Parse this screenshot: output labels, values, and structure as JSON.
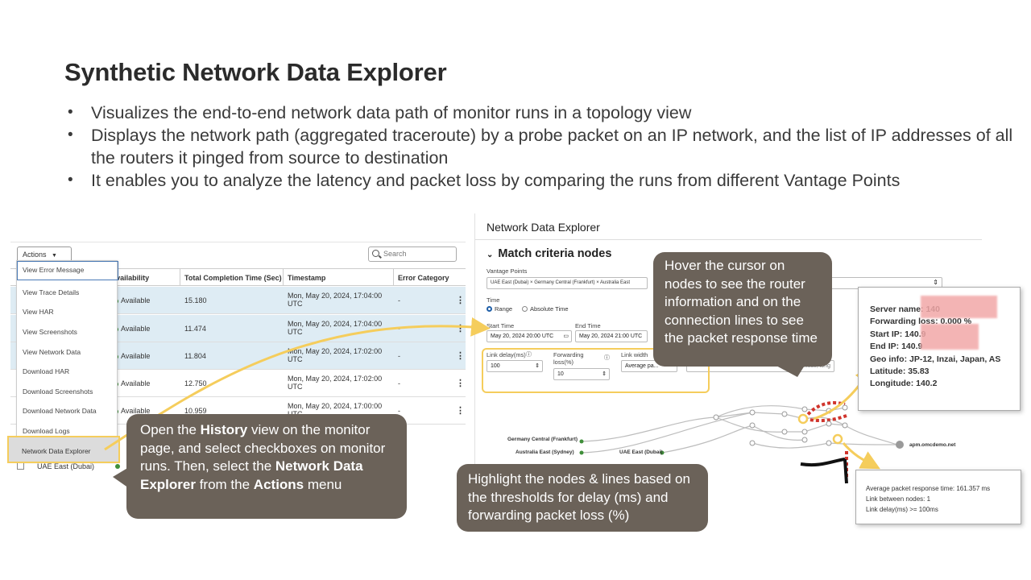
{
  "slide": {
    "title": "Synthetic Network Data Explorer",
    "bullets": [
      "Visualizes the end-to-end network data path of monitor runs in a topology view",
      "Displays the network path (aggregated traceroute) by a probe packet on an IP network, and the list of IP addresses of all the routers it pinged from source to destination",
      "It enables you to analyze the latency and packet loss by comparing the runs from different Vantage Points"
    ]
  },
  "history": {
    "actions_label": "Actions",
    "search_placeholder": "Search",
    "columns": [
      "Availability",
      "Total Completion Time (Sec)",
      "Timestamp",
      "Error Category"
    ],
    "rows": [
      {
        "availability": "Available",
        "time": "15.180",
        "timestamp": "Mon, May 20, 2024, 17:04:00 UTC",
        "error": "-"
      },
      {
        "availability": "Available",
        "time": "11.474",
        "timestamp": "Mon, May 20, 2024, 17:04:00 UTC",
        "error": "-"
      },
      {
        "availability": "Available",
        "time": "11.804",
        "timestamp": "Mon, May 20, 2024, 17:02:00 UTC",
        "error": "-"
      },
      {
        "availability": "Available",
        "time": "12.750",
        "timestamp": "Mon, May 20, 2024, 17:02:00 UTC",
        "error": "-"
      },
      {
        "availability": "Available",
        "time": "10.959",
        "timestamp": "Mon, May 20, 2024, 17:00:00 UTC",
        "error": "-"
      }
    ],
    "last_row_vantage": "UAE East (Dubai)",
    "menu": [
      "View Error Message",
      "View Trace Details",
      "View HAR",
      "View Screenshots",
      "View Network Data",
      "Download HAR",
      "Download Screenshots",
      "Download Network Data",
      "Download Logs",
      "Network Data Explorer"
    ]
  },
  "explorer": {
    "title": "Network Data Explorer",
    "section": "Match criteria nodes",
    "vantage_label": "Vantage Points",
    "vantage_chips": "UAE East (Dubai) ×   Germany Central (Frankfurt) ×   Australia East",
    "time_label": "Time",
    "range_label": "Range",
    "absolute_label": "Absolute Time",
    "start_label": "Start Time",
    "start_value": "May 20, 2024 20:00 UTC",
    "end_label": "End Time",
    "end_value": "May 20, 2024 21:00 UTC",
    "link_delay_label": "Link delay(ms)",
    "link_delay_value": "100",
    "forwarding_label": "Forwarding loss(%)",
    "forwarding_value": "10",
    "link_width_label": "Link width",
    "link_width_value": "Average pa...",
    "geo_hint": "... latitude, long",
    "topology": {
      "sources": [
        "Germany Central (Frankfurt)",
        "Australia East (Sydney)",
        "UAE East (Dubai)"
      ],
      "destination": "apm.omcdemo.net"
    }
  },
  "callouts": {
    "history": {
      "p1": "Open the ",
      "b1": "History",
      "p2": " view on the monitor page, and select checkboxes on monitor runs. Then, select the ",
      "b2": "Network Data Explorer",
      "p3": " from the ",
      "b3": "Actions",
      "p4": " menu"
    },
    "hover": "Hover the cursor on nodes to see the router information and on the connection lines to see the packet response time",
    "highlight": "Highlight the nodes & lines based on the thresholds for delay (ms) and forwarding packet loss (%)"
  },
  "info_card": {
    "server_name": "Server name: 140",
    "forwarding_loss": "Forwarding loss: 0.000 %",
    "start_ip": "Start IP: 140.9",
    "end_ip": "End IP: 140.9",
    "geo_info": "Geo info: JP-12, Inzai, Japan, AS",
    "latitude": "Latitude: 35.83",
    "longitude": "Longitude: 140.2"
  },
  "packet_card": {
    "line1": "Average packet response time: 161.357 ms",
    "line2": "Link between nodes: 1",
    "line3": "Link delay(ms) >= 100ms"
  },
  "colors": {
    "callout_bg": "#6b6259",
    "highlight_yellow": "#f5cd5c",
    "selected_row": "#deecf4",
    "loss_red": "#d0342c",
    "available_green": "#3f8f3a"
  }
}
